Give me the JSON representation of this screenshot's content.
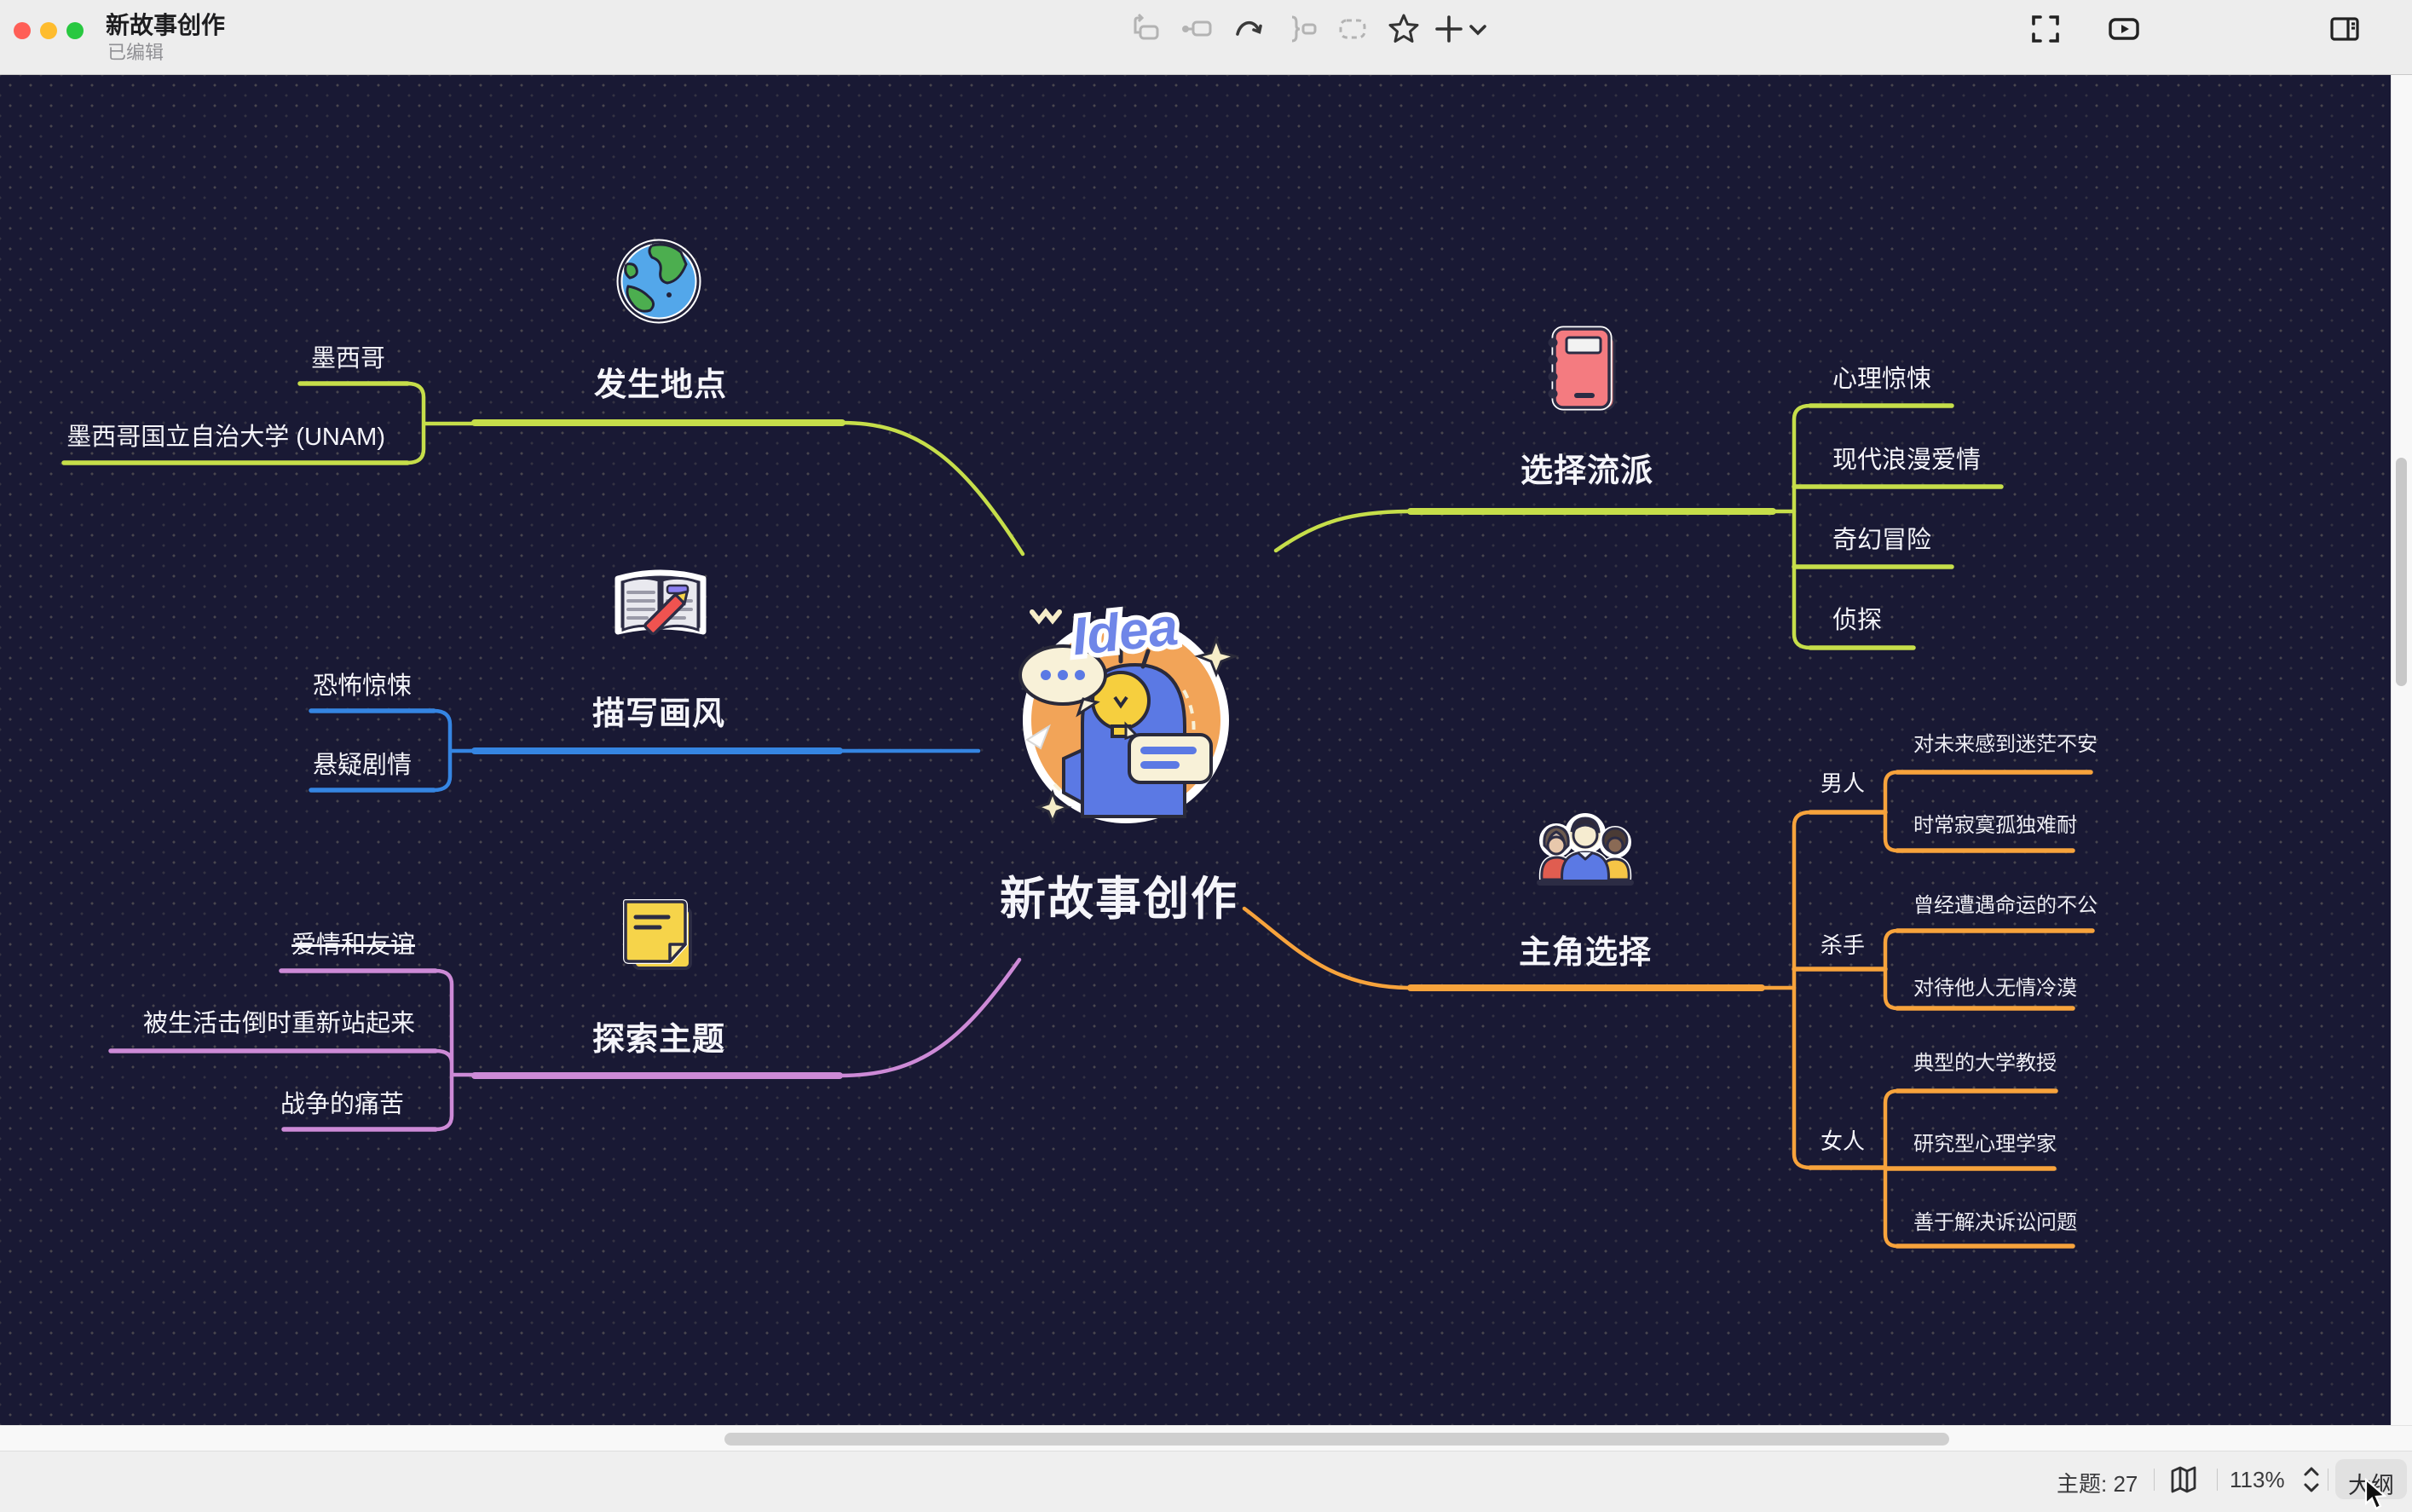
{
  "window": {
    "title": "新故事创作",
    "subtitle": "已编辑"
  },
  "toolbar": {
    "icons": [
      "insert-topic",
      "insert-subtopic",
      "relationship",
      "summary",
      "boundary",
      "marker-star",
      "insert-plus",
      "insert-dropdown",
      "zen-mode",
      "presentation-play",
      "format-panel"
    ]
  },
  "statusbar": {
    "topics": "主题: 27",
    "zoom_level": "113%",
    "outline": "大纲"
  },
  "colors": {
    "canvas_bg": "#191934",
    "branch_green": "#c6de4a",
    "branch_blue": "#3585e2",
    "branch_pink": "#cd8ad7",
    "branch_orange": "#f7a33c",
    "topic_text": "#f5f5fa"
  },
  "mindmap": {
    "root": {
      "label": "新故事创作",
      "sticker_text": "Idea"
    },
    "branches": [
      {
        "label": "发生地点",
        "icon": "globe-icon",
        "children": [
          {
            "label": "墨西哥"
          },
          {
            "label": "墨西哥国立自治大学 (UNAM)"
          }
        ]
      },
      {
        "label": "描写画风",
        "icon": "book-pencil-icon",
        "children": [
          {
            "label": "恐怖惊悚"
          },
          {
            "label": "悬疑剧情"
          }
        ]
      },
      {
        "label": "探索主题",
        "icon": "sticky-notes-icon",
        "children": [
          {
            "label": "爱情和友谊",
            "strikethrough": true
          },
          {
            "label": "被生活击倒时重新站起来"
          },
          {
            "label": "战争的痛苦"
          }
        ]
      },
      {
        "label": "选择流派",
        "icon": "notebook-icon",
        "children": [
          {
            "label": "心理惊悚"
          },
          {
            "label": "现代浪漫爱情"
          },
          {
            "label": "奇幻冒险"
          },
          {
            "label": "侦探"
          }
        ]
      },
      {
        "label": "主角选择",
        "icon": "people-icon",
        "children": [
          {
            "label": "男人",
            "children": [
              {
                "label": "对未来感到迷茫不安"
              },
              {
                "label": "时常寂寞孤独难耐"
              }
            ]
          },
          {
            "label": "杀手",
            "children": [
              {
                "label": "曾经遭遇命运的不公"
              },
              {
                "label": "对待他人无情冷漠"
              }
            ]
          },
          {
            "label": "女人",
            "children": [
              {
                "label": "典型的大学教授"
              },
              {
                "label": "研究型心理学家"
              },
              {
                "label": "善于解决诉讼问题"
              }
            ]
          }
        ]
      }
    ]
  }
}
